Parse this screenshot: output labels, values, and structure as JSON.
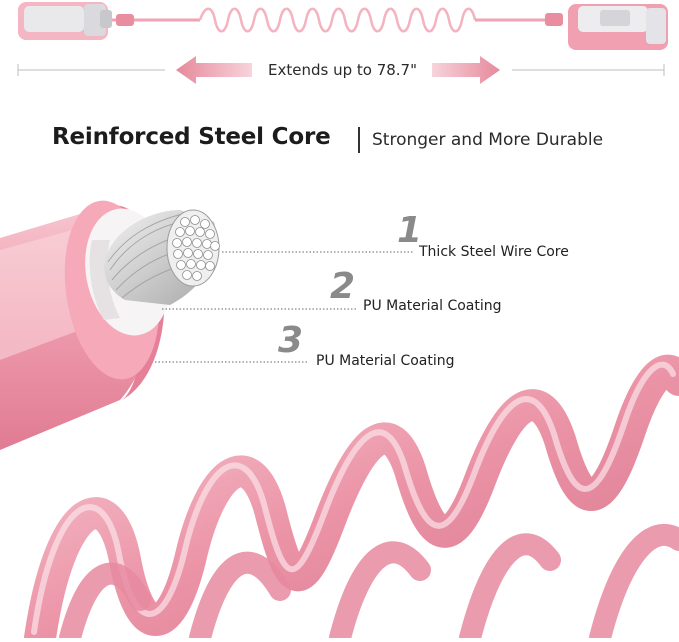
{
  "header": {
    "extends_text": "Extends up to 78.7\"",
    "headline": "Reinforced Steel Core",
    "subhead": "Stronger and More Durable"
  },
  "layers": [
    {
      "number": "1",
      "label": "Thick Steel Wire Core"
    },
    {
      "number": "2",
      "label": "PU Material Coating"
    },
    {
      "number": "3",
      "label": "PU Material Coating"
    }
  ],
  "colors": {
    "pink": "#f2a7b4",
    "pink_dark": "#d86f86",
    "arrow": "#e99aa8",
    "text": "#1c1c1c",
    "number_gray": "#8a8a8a"
  }
}
